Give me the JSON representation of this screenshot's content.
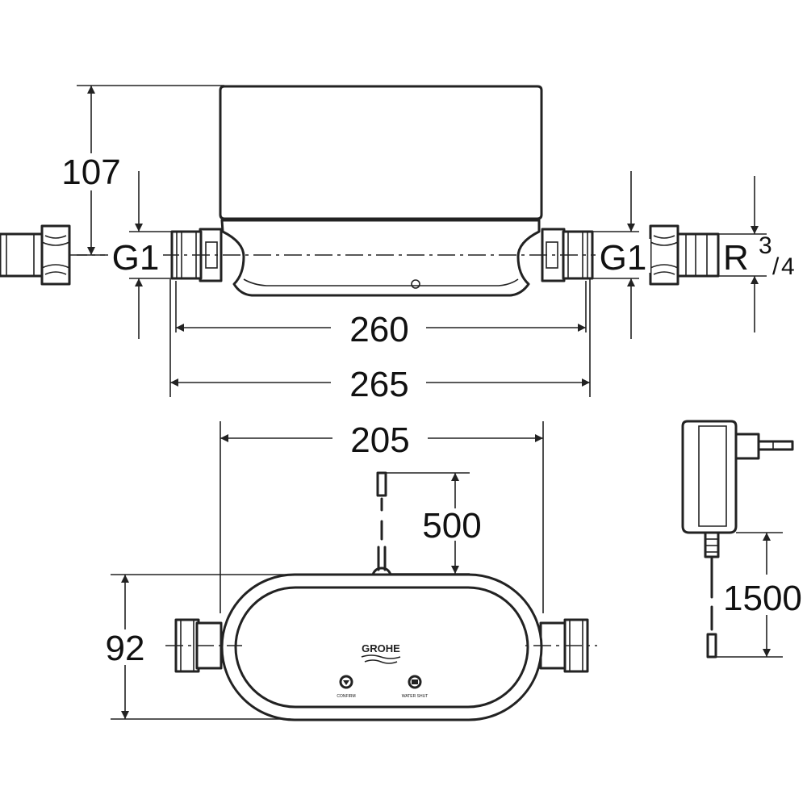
{
  "dimensions": {
    "height_top": "107",
    "thread_left": "G1",
    "thread_right": "G1",
    "thread_outlet_prefix": "R",
    "thread_outlet_num": "3",
    "thread_outlet_den": "4",
    "width_inner": "260",
    "width_outer": "265",
    "width_front": "205",
    "cable_unit": "500",
    "height_front": "92",
    "cable_adapter": "1500"
  },
  "product": {
    "brand_logo": "GROHE",
    "button_left_label": "CONFIRM",
    "button_right_label": "WATER SHUT"
  },
  "colors": {
    "line": "#222222",
    "background": "#ffffff"
  }
}
